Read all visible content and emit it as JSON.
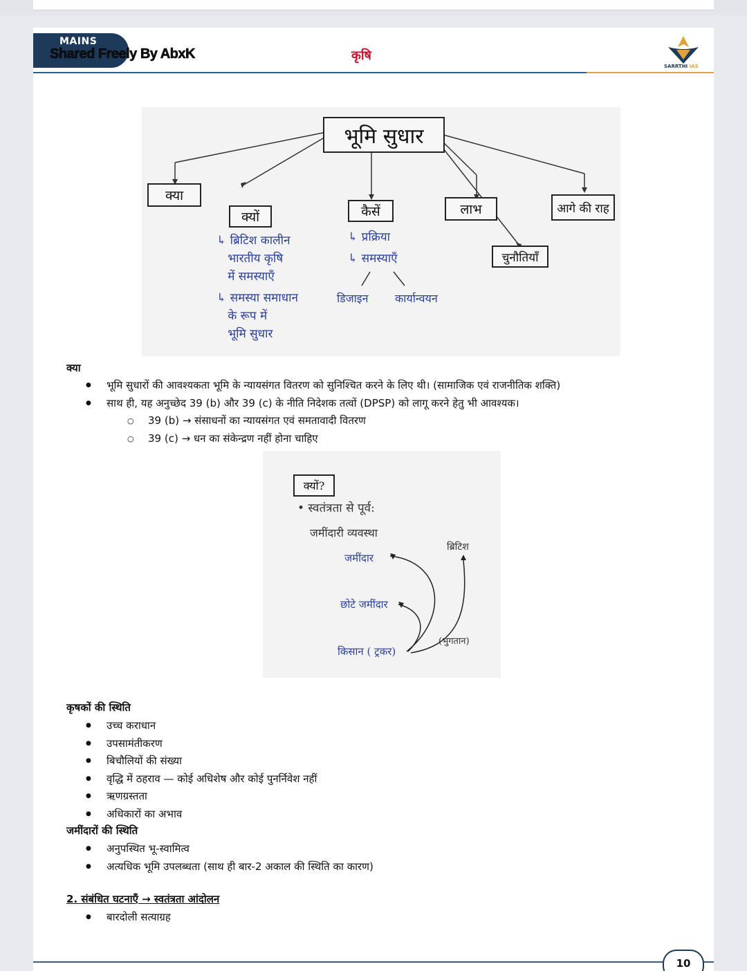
{
  "header": {
    "badge": "MAINS",
    "watermark": "Shared Freely By AbxK",
    "subject": "कृषि",
    "logo_text": "SARRTHI IAS"
  },
  "mindmap1": {
    "title": "भूमि सुधार",
    "nodes": [
      "क्या",
      "क्यों",
      "कैसें",
      "लाभ",
      "चुनौतियाँ",
      "आगे की राह"
    ],
    "why_notes": [
      "↳ ब्रिटिश कालीन\n   भारतीय कृषि\n   में समस्याएँ",
      "↳ समस्या समाधान\n   के रूप में\n   भूमि सुधार"
    ],
    "how_notes": [
      "↳ प्रक्रिया",
      "↳ समस्याएँ"
    ],
    "how_branches": [
      "डिजाइन",
      "कार्यान्वयन"
    ]
  },
  "section_kya": {
    "heading": "क्या",
    "bullets": [
      "भूमि सुधारों की आवश्यकता भूमि के न्यायसंगत वितरण को सुनिश्चित करने के लिए थी। (सामाजिक एवं राजनीतिक शक्ति)",
      "साथ ही, यह अनुच्छेद 39 (b) और 39 (c) के नीति निदेशक तत्वों (DPSP) को लागू करने हेतु भी आवश्यक।"
    ],
    "sub_bullets": [
      "39 (b) → संसाधनों का न्यायसंगत एवं समतावादी वितरण",
      "39 (c) → धन का संकेन्द्रण नहीं होना चाहिए"
    ]
  },
  "sketch2": {
    "box": "क्यों?",
    "line1": "• स्वतंत्रता से पूर्व:",
    "line2": "जमींदारी व्यवस्था",
    "zamindar": "जमींदार",
    "chhote": "छोटे जमींदार",
    "kisan": "किसान ( ट्रकर)",
    "british": "ब्रिटिश",
    "payment": "(भुगतान)"
  },
  "section_krishak": {
    "heading": "कृषकों की स्थिति",
    "bullets": [
      "उच्च कराधान",
      "उपसामंतीकरण",
      "बिचौलियों की संख्या",
      "वृद्धि में ठहराव — कोई अधिशेष और कोई पुनर्निवेश नहीं",
      "ऋणग्रस्तता",
      "अधिकारों का अभाव"
    ]
  },
  "section_zamindar": {
    "heading": "जमींदारों की स्थिति",
    "bullets": [
      "अनुपस्थित भू-स्वामित्व",
      "अत्यधिक भूमि उपलब्धता (साथ ही बार-2 अकाल की स्थिति का कारण)"
    ]
  },
  "section_related": {
    "heading": "2. संबंधित घटनाएँ → स्वतंत्रता आंदोलन",
    "bullets": [
      "बारदोली सत्याग्रह"
    ]
  },
  "footer": {
    "page_number": "10"
  },
  "colors": {
    "navy": "#1e3a5a",
    "accent_red": "#c4122f",
    "ink_blue": "#2a3f9a",
    "gold": "#e1a23b"
  }
}
